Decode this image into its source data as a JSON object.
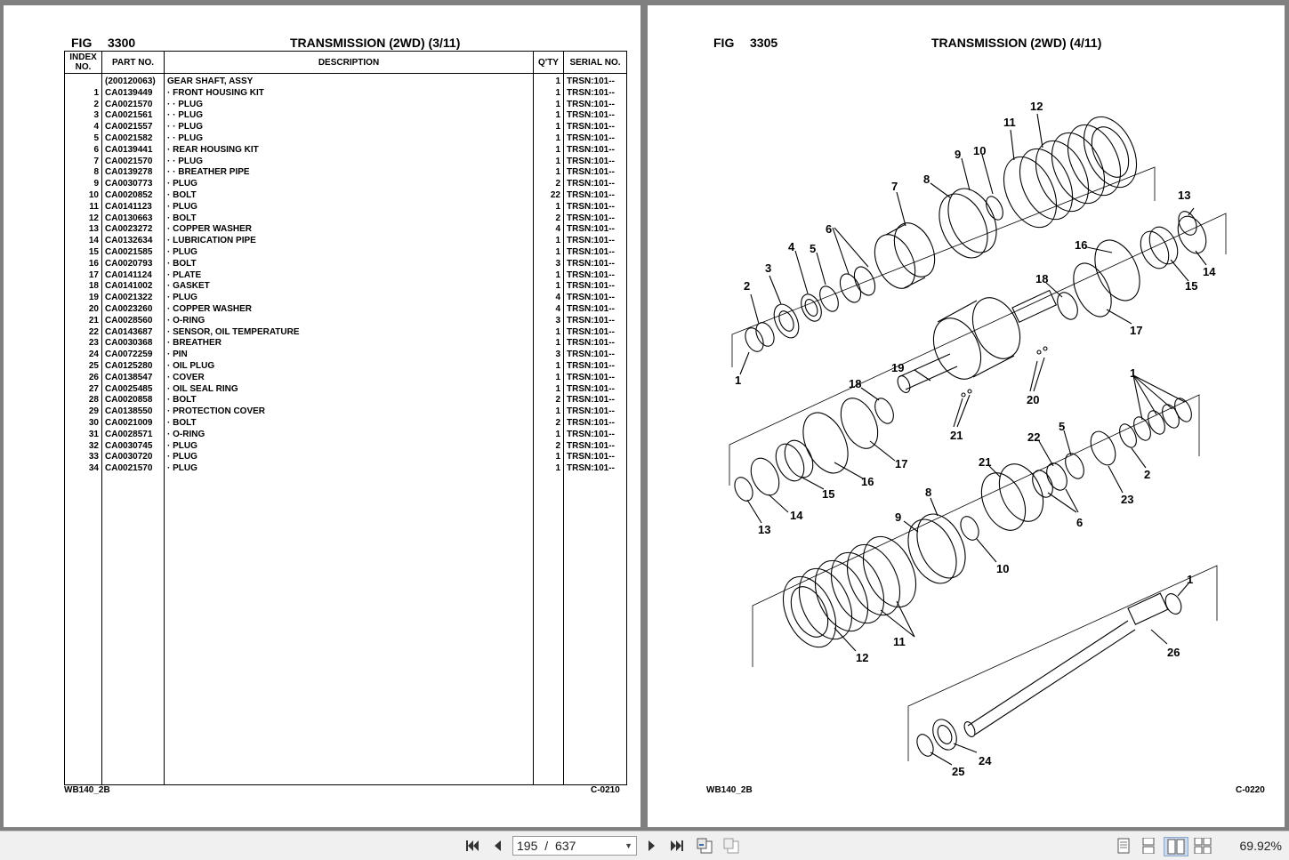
{
  "left_page": {
    "fig_label": "FIG",
    "fig_number": "3300",
    "title": "TRANSMISSION (2WD) (3/11)",
    "columns": {
      "index": "INDEX NO.",
      "part": "PART NO.",
      "description": "DESCRIPTION",
      "qty": "Q'TY",
      "serial": "SERIAL NO."
    },
    "rows": [
      {
        "index": "",
        "part": "(200120063)",
        "description": "GEAR SHAFT, ASSY",
        "qty": "1",
        "serial": "TRSN:101--"
      },
      {
        "index": "1",
        "part": "CA0139449",
        "description": "· FRONT HOUSING KIT",
        "qty": "1",
        "serial": "TRSN:101--"
      },
      {
        "index": "2",
        "part": "CA0021570",
        "description": "· · PLUG",
        "qty": "1",
        "serial": "TRSN:101--"
      },
      {
        "index": "3",
        "part": "CA0021561",
        "description": "· · PLUG",
        "qty": "1",
        "serial": "TRSN:101--"
      },
      {
        "index": "4",
        "part": "CA0021557",
        "description": "· · PLUG",
        "qty": "1",
        "serial": "TRSN:101--"
      },
      {
        "index": "5",
        "part": "CA0021582",
        "description": "· · PLUG",
        "qty": "1",
        "serial": "TRSN:101--"
      },
      {
        "index": "6",
        "part": "CA0139441",
        "description": "· REAR HOUSING KIT",
        "qty": "1",
        "serial": "TRSN:101--"
      },
      {
        "index": "7",
        "part": "CA0021570",
        "description": "· · PLUG",
        "qty": "1",
        "serial": "TRSN:101--"
      },
      {
        "index": "8",
        "part": "CA0139278",
        "description": "· · BREATHER PIPE",
        "qty": "1",
        "serial": "TRSN:101--"
      },
      {
        "index": "9",
        "part": "CA0030773",
        "description": "· PLUG",
        "qty": "2",
        "serial": "TRSN:101--"
      },
      {
        "index": "10",
        "part": "CA0020852",
        "description": "· BOLT",
        "qty": "22",
        "serial": "TRSN:101--"
      },
      {
        "index": "11",
        "part": "CA0141123",
        "description": "· PLUG",
        "qty": "1",
        "serial": "TRSN:101--"
      },
      {
        "index": "12",
        "part": "CA0130663",
        "description": "· BOLT",
        "qty": "2",
        "serial": "TRSN:101--"
      },
      {
        "index": "13",
        "part": "CA0023272",
        "description": "· COPPER WASHER",
        "qty": "4",
        "serial": "TRSN:101--"
      },
      {
        "index": "14",
        "part": "CA0132634",
        "description": "· LUBRICATION PIPE",
        "qty": "1",
        "serial": "TRSN:101--"
      },
      {
        "index": "15",
        "part": "CA0021585",
        "description": "· PLUG",
        "qty": "1",
        "serial": "TRSN:101--"
      },
      {
        "index": "16",
        "part": "CA0020793",
        "description": "· BOLT",
        "qty": "3",
        "serial": "TRSN:101--"
      },
      {
        "index": "17",
        "part": "CA0141124",
        "description": "· PLATE",
        "qty": "1",
        "serial": "TRSN:101--"
      },
      {
        "index": "18",
        "part": "CA0141002",
        "description": "· GASKET",
        "qty": "1",
        "serial": "TRSN:101--"
      },
      {
        "index": "19",
        "part": "CA0021322",
        "description": "· PLUG",
        "qty": "4",
        "serial": "TRSN:101--"
      },
      {
        "index": "20",
        "part": "CA0023260",
        "description": "· COPPER WASHER",
        "qty": "4",
        "serial": "TRSN:101--"
      },
      {
        "index": "21",
        "part": "CA0028560",
        "description": "· O-RING",
        "qty": "3",
        "serial": "TRSN:101--"
      },
      {
        "index": "22",
        "part": "CA0143687",
        "description": "· SENSOR, OIL TEMPERATURE",
        "qty": "1",
        "serial": "TRSN:101--"
      },
      {
        "index": "23",
        "part": "CA0030368",
        "description": "· BREATHER",
        "qty": "1",
        "serial": "TRSN:101--"
      },
      {
        "index": "24",
        "part": "CA0072259",
        "description": "· PIN",
        "qty": "3",
        "serial": "TRSN:101--"
      },
      {
        "index": "25",
        "part": "CA0125280",
        "description": "· OIL PLUG",
        "qty": "1",
        "serial": "TRSN:101--"
      },
      {
        "index": "26",
        "part": "CA0138547",
        "description": "· COVER",
        "qty": "1",
        "serial": "TRSN:101--"
      },
      {
        "index": "27",
        "part": "CA0025485",
        "description": "· OIL SEAL RING",
        "qty": "1",
        "serial": "TRSN:101--"
      },
      {
        "index": "28",
        "part": "CA0020858",
        "description": "· BOLT",
        "qty": "2",
        "serial": "TRSN:101--"
      },
      {
        "index": "29",
        "part": "CA0138550",
        "description": "· PROTECTION COVER",
        "qty": "1",
        "serial": "TRSN:101--"
      },
      {
        "index": "30",
        "part": "CA0021009",
        "description": "· BOLT",
        "qty": "2",
        "serial": "TRSN:101--"
      },
      {
        "index": "31",
        "part": "CA0028571",
        "description": "· O-RING",
        "qty": "1",
        "serial": "TRSN:101--"
      },
      {
        "index": "32",
        "part": "CA0030745",
        "description": "· PLUG",
        "qty": "2",
        "serial": "TRSN:101--"
      },
      {
        "index": "33",
        "part": "CA0030720",
        "description": "· PLUG",
        "qty": "1",
        "serial": "TRSN:101--"
      },
      {
        "index": "34",
        "part": "CA0021570",
        "description": "· PLUG",
        "qty": "1",
        "serial": "TRSN:101--"
      }
    ],
    "footer_left": "WB140_2B",
    "footer_right": "C-0210"
  },
  "right_page": {
    "fig_label": "FIG",
    "fig_number": "3305",
    "title": "TRANSMISSION (2WD) (4/11)",
    "footer_left": "WB140_2B",
    "footer_right": "C-0220",
    "callouts": [
      "1",
      "2",
      "3",
      "4",
      "5",
      "6",
      "7",
      "8",
      "9",
      "10",
      "11",
      "12",
      "13",
      "14",
      "15",
      "16",
      "17",
      "18",
      "19",
      "20",
      "21",
      "22",
      "23",
      "24",
      "25",
      "26"
    ]
  },
  "toolbar": {
    "current_page": "195",
    "page_separator": "/",
    "total_pages": "637",
    "zoom": "69.92%",
    "icons": [
      "first-page-icon",
      "prev-page-icon",
      "next-page-icon",
      "last-page-icon",
      "back-view-icon",
      "forward-view-icon",
      "single-page-icon",
      "continuous-icon",
      "two-page-icon",
      "two-page-continuous-icon"
    ]
  }
}
